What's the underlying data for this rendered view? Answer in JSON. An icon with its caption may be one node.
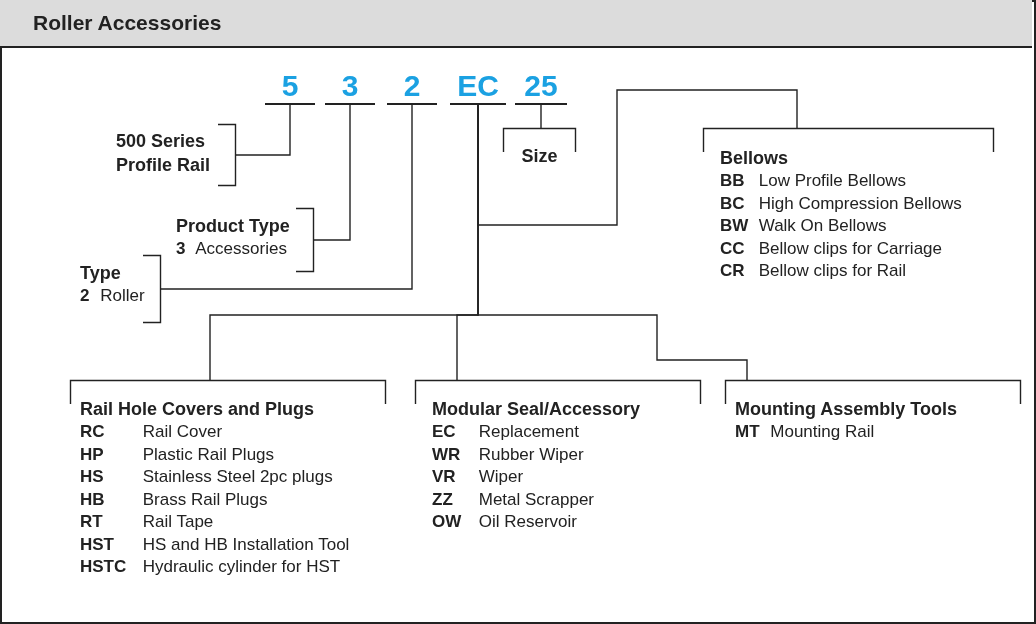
{
  "diagram": {
    "title": "Roller Accessories",
    "nodes": [
      {
        "text": [
          "5"
        ]
      },
      {
        "text": [
          "3"
        ]
      },
      {
        "text": [
          "2"
        ]
      },
      {
        "text": [
          "EC"
        ]
      },
      {
        "text": [
          "25"
        ]
      },
      {
        "text": [
          "500 Series Profile Rail"
        ]
      },
      {
        "text": [
          "Product Type",
          "**3** Accessories"
        ]
      },
      {
        "text": [
          "Type",
          "**2** Roller"
        ]
      },
      {
        "text": [
          "Size"
        ]
      },
      {
        "text": [
          "Bellows",
          "**BB** Low Profile Bellows",
          "**BC** High Compression Bellows",
          "**BW** Walk On Bellows",
          "**CC** Bellow clips for Carriage",
          "**CR** Bellow clips for Rail"
        ]
      },
      {
        "text": [
          "Rail Hole Covers and Plugs",
          "**RC** Rail Cover",
          "**HP** Plastic Rail Plugs",
          "**HS** Stainless Steel 2pc plugs",
          "**HB** Brass Rail Plugs",
          "**RT** Rail Tape",
          "**HST** HS and HB Installation Tool",
          "**HSTC** Hydraulic cylinder for HST"
        ]
      },
      {
        "text": [
          "Modular Seal/Accessory",
          "**EC** Replacement",
          "**WR** Rubber Wiper",
          "**VR** Wiper",
          "**ZZ** Metal Scrapper",
          "**OW** Oil Reservoir"
        ]
      },
      {
        "text": [
          "Mounting Assembly Tools",
          "**MT** Mounting Rail"
        ]
      }
    ],
    "edges": [
      {
        "from": 0,
        "to": 5,
        "arrow": "none"
      },
      {
        "from": 1,
        "to": 6,
        "arrow": "none"
      },
      {
        "from": 2,
        "to": 7,
        "arrow": "none"
      },
      {
        "from": 4,
        "to": 8,
        "arrow": "none"
      },
      {
        "from": 3,
        "to": 9,
        "arrow": "none"
      },
      {
        "from": 3,
        "to": 10,
        "arrow": "none"
      },
      {
        "from": 3,
        "to": 11,
        "arrow": "none"
      },
      {
        "from": 3,
        "to": 12,
        "arrow": "none"
      }
    ]
  }
}
